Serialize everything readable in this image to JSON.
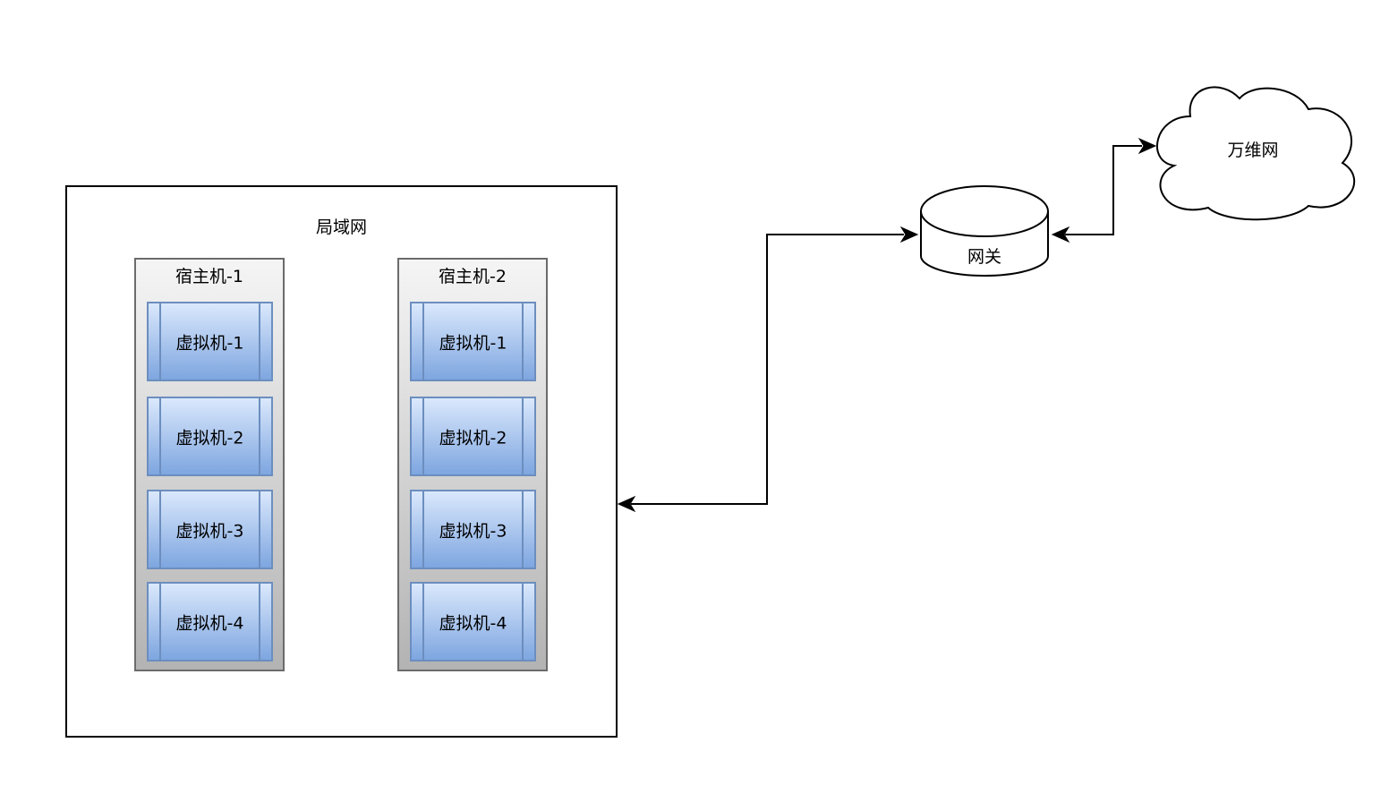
{
  "lan": {
    "label": "局域网"
  },
  "hosts": [
    {
      "label": "宿主机-1",
      "vms": [
        "虚拟机-1",
        "虚拟机-2",
        "虚拟机-3",
        "虚拟机-4"
      ]
    },
    {
      "label": "宿主机-2",
      "vms": [
        "虚拟机-1",
        "虚拟机-2",
        "虚拟机-3",
        "虚拟机-4"
      ]
    }
  ],
  "gateway": {
    "label": "网关"
  },
  "internet": {
    "label": "万维网"
  }
}
